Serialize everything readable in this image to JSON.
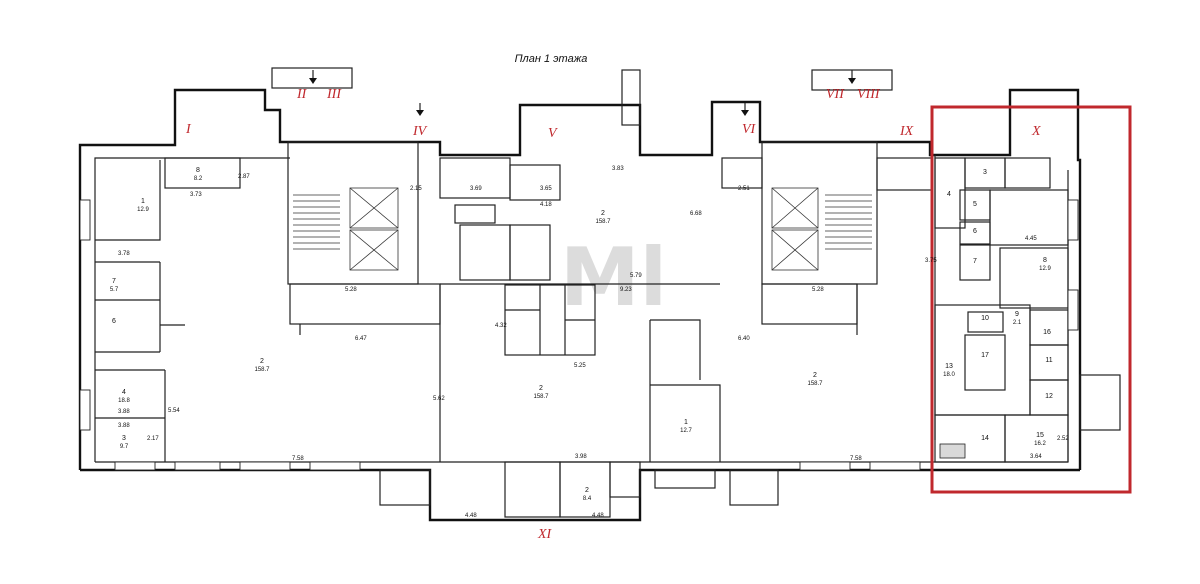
{
  "title": "План 1 этажа",
  "watermark": "Ml",
  "highlight_color": "#c0282d",
  "axes": [
    "I",
    "II",
    "III",
    "IV",
    "V",
    "VI",
    "VII",
    "VIII",
    "IX",
    "X",
    "XI"
  ],
  "rooms": {
    "r_big_left": {
      "num": "2",
      "area": "158.7"
    },
    "r_big_center": {
      "num": "2",
      "area": "158.7"
    },
    "r_big_right": {
      "num": "2",
      "area": "158.7"
    },
    "r_top_center": {
      "num": "2",
      "area": "158.7"
    },
    "r_l7": {
      "num": "7",
      "area": "5.7"
    },
    "r_l6": {
      "num": "6",
      "area": ""
    },
    "r_l4": {
      "num": "4",
      "area": "18.8"
    },
    "r_l3": {
      "num": "3",
      "area": "9.7"
    },
    "r_l1": {
      "num": "1",
      "area": "12.9"
    },
    "r_l8": {
      "num": "8",
      "area": "8.2"
    },
    "r_r1": {
      "num": "1",
      "area": "12.7"
    },
    "r_r2": {
      "num": "2",
      "area": "8.4"
    },
    "r_r3": {
      "num": "3",
      "area": ""
    },
    "r_r4": {
      "num": "4",
      "area": ""
    },
    "r_r5": {
      "num": "5",
      "area": ""
    },
    "r_r6": {
      "num": "6",
      "area": ""
    },
    "r_r7": {
      "num": "7",
      "area": ""
    },
    "r_r8": {
      "num": "8",
      "area": "12.9"
    },
    "r_r9": {
      "num": "9",
      "area": "2.1"
    },
    "r_r10": {
      "num": "10",
      "area": ""
    },
    "r_r11": {
      "num": "11",
      "area": ""
    },
    "r_r12": {
      "num": "12",
      "area": ""
    },
    "r_r13": {
      "num": "13",
      "area": "18.0"
    },
    "r_r14": {
      "num": "14",
      "area": ""
    },
    "r_r15": {
      "num": "15",
      "area": "16.2"
    },
    "r_r16": {
      "num": "16",
      "area": ""
    },
    "r_r17": {
      "num": "17",
      "area": ""
    }
  },
  "dims": [
    "3.78",
    "3.88",
    "3.88",
    "7.58",
    "6.47",
    "5.28",
    "5.28",
    "3.69",
    "3.65",
    "4.18",
    "3.83",
    "6.68",
    "5.79",
    "9.23",
    "5.25",
    "3.98",
    "4.48",
    "4.48",
    "4.45",
    "2.15",
    "2.51",
    "3.73",
    "3.64",
    "2.52",
    "4.32",
    "7.58",
    "6.40",
    "2.87",
    "2.17",
    "5.54",
    "5.62",
    "3.75"
  ]
}
